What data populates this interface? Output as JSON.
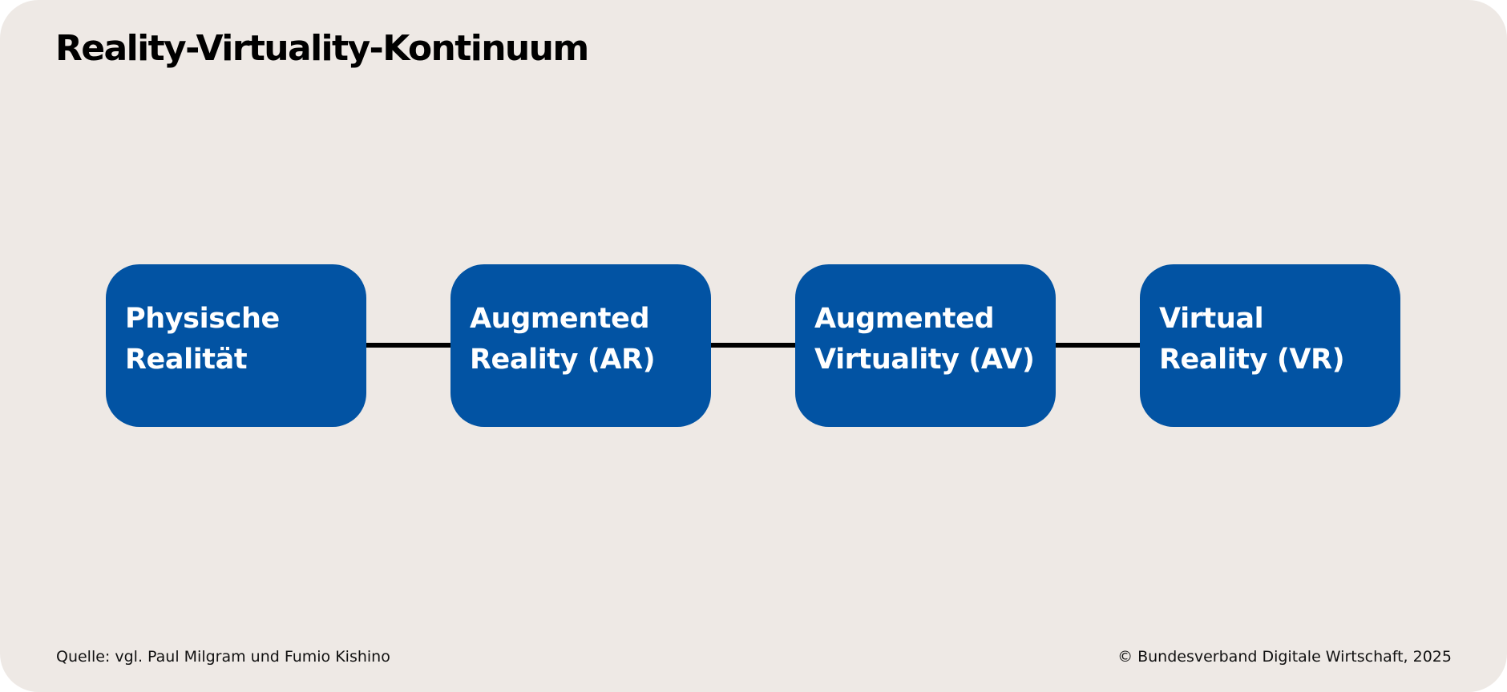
{
  "title": "Reality-Virtuality-Kontinuum",
  "nodes": [
    {
      "line1": "Physische",
      "line2": "Realität"
    },
    {
      "line1": "Augmented",
      "line2": "Reality (AR)"
    },
    {
      "line1": "Augmented",
      "line2": "Virtuality (AV)"
    },
    {
      "line1": "Virtual",
      "line2": "Reality (VR)"
    }
  ],
  "footer": {
    "source": "Quelle: vgl. Paul Milgram und Fumio Kishino",
    "copyright": "© Bundesverband Digitale Wirtschaft, 2025"
  },
  "colors": {
    "background": "#eee9e5",
    "node_fill": "#0253a3",
    "node_text": "#ffffff",
    "connector": "#000000"
  }
}
